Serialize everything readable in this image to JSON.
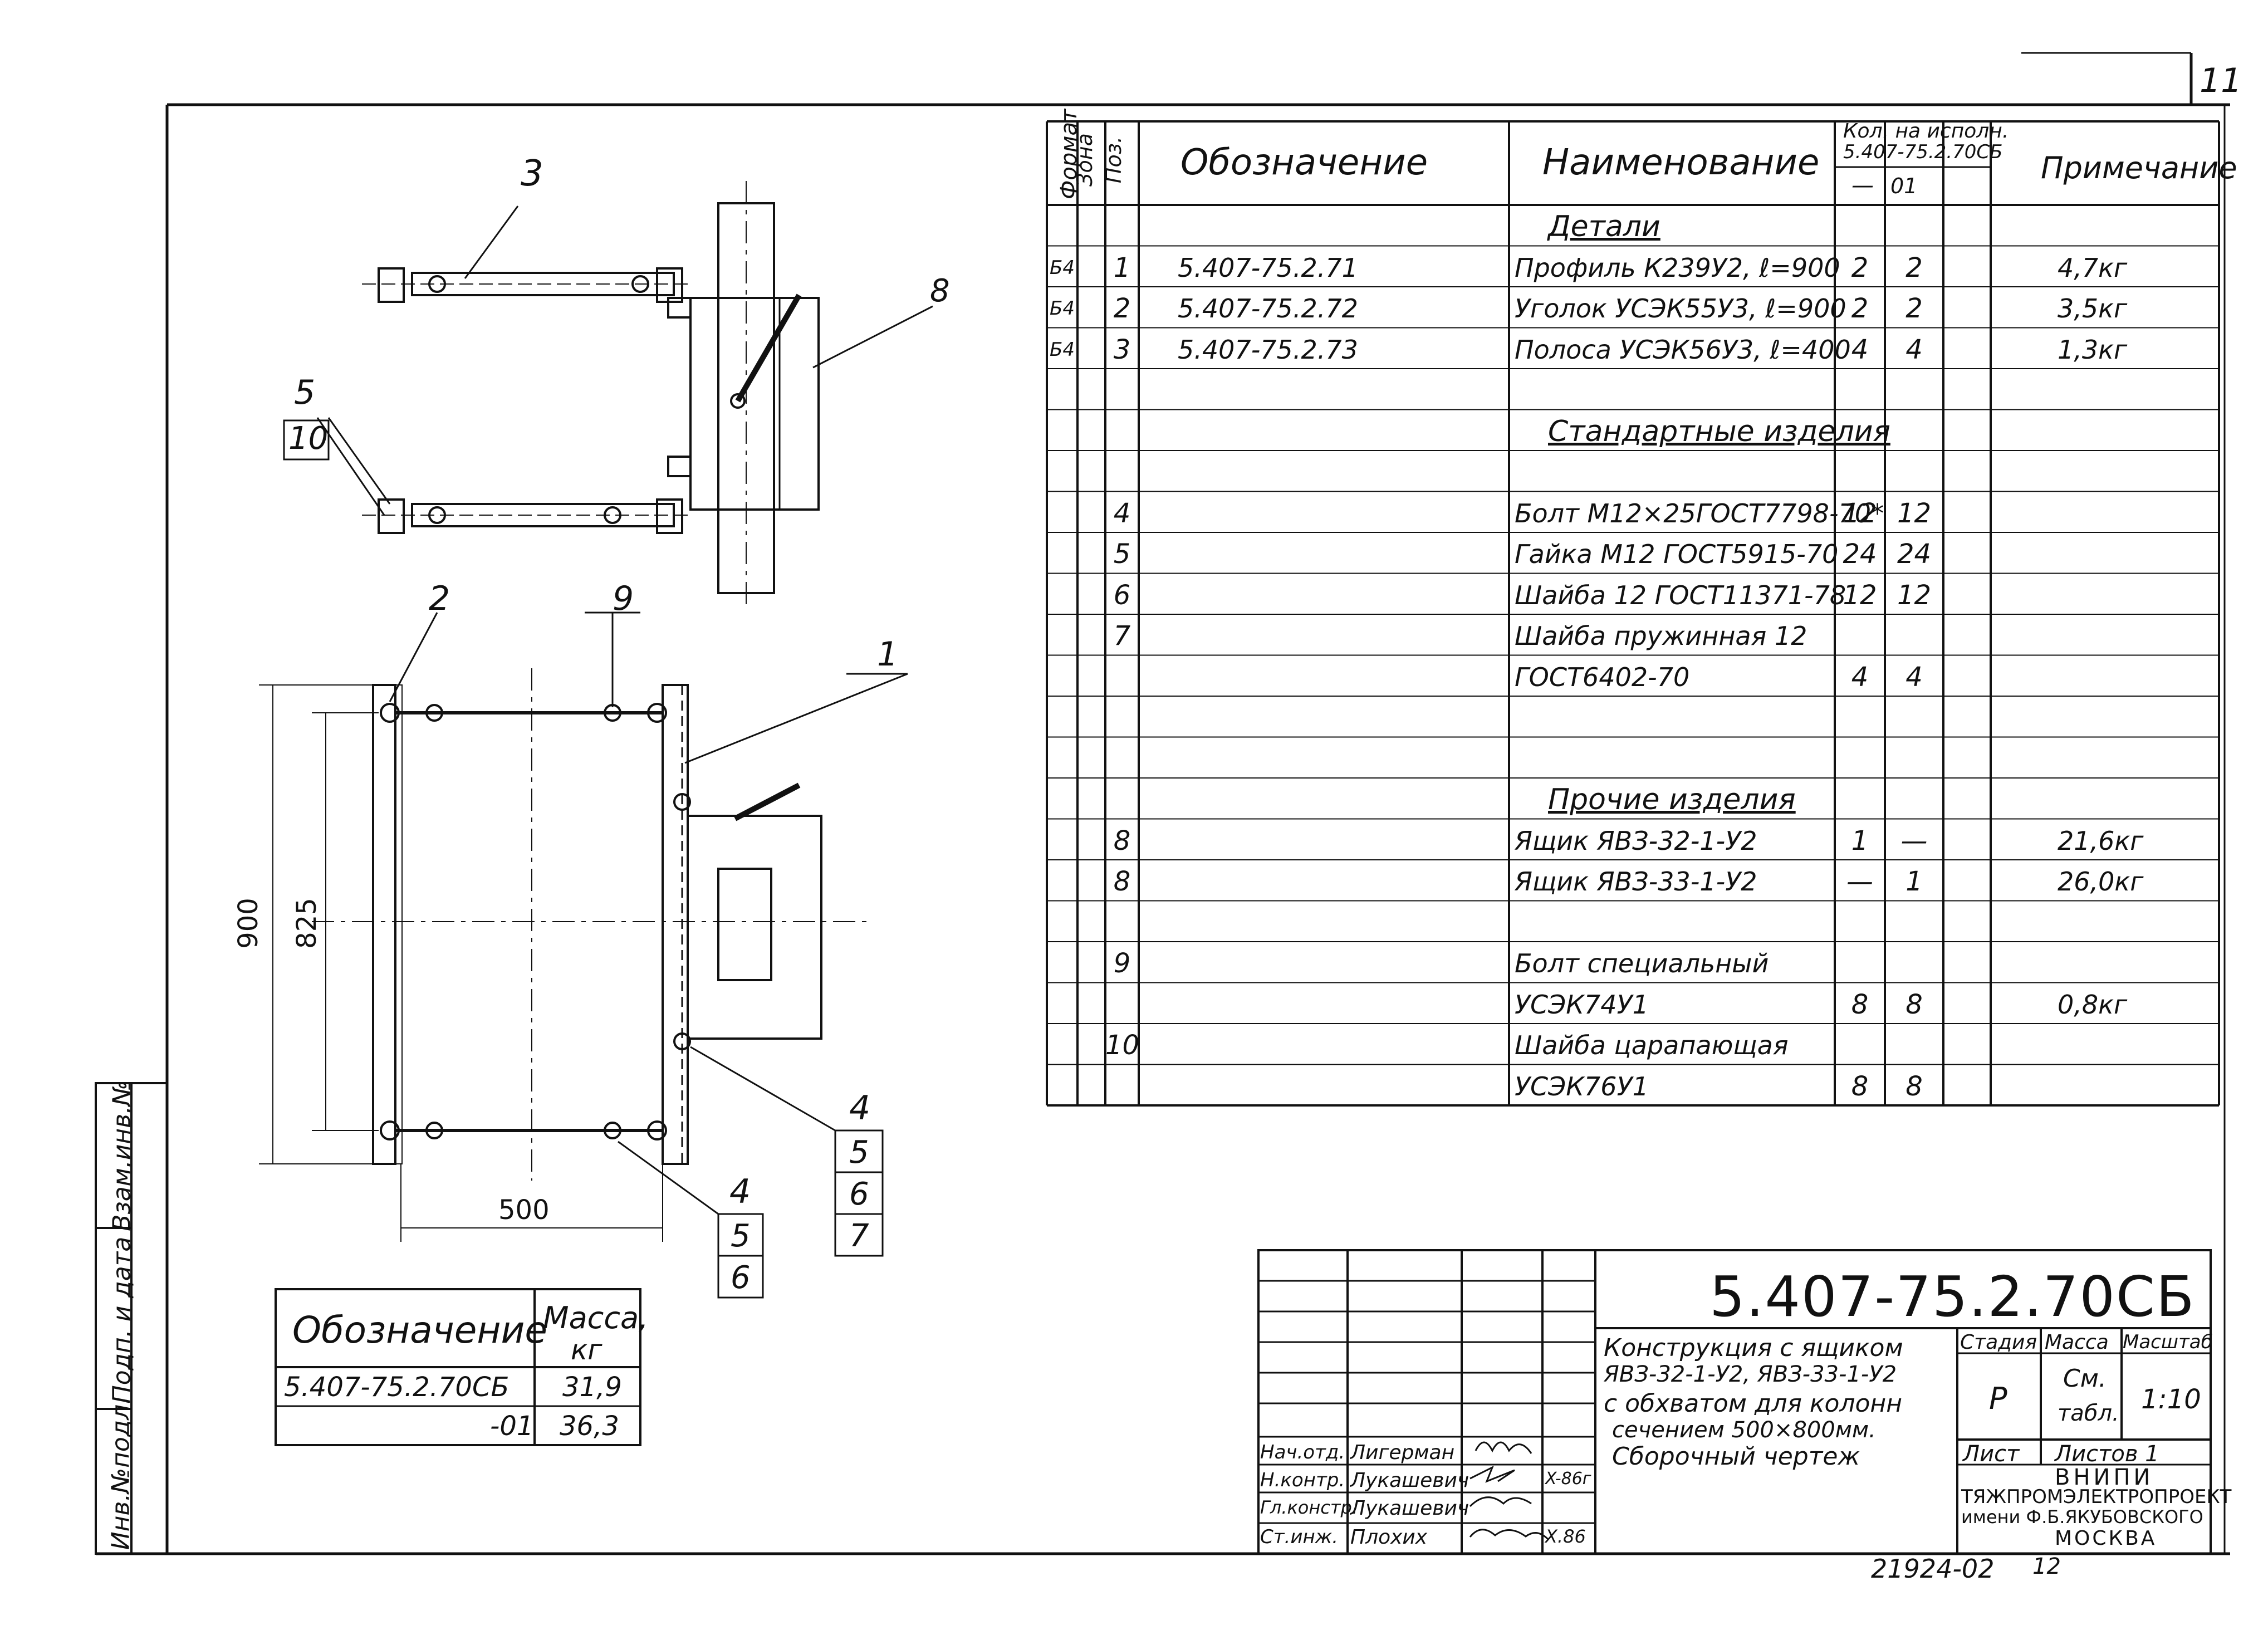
{
  "sheet": {
    "page_number": "11",
    "designation": "5.407-75.2.70СБ",
    "archive_number": "21924-02",
    "archive_suffix": "12"
  },
  "side_stamp": {
    "col1": "Инв.№подл.",
    "col2": "Подп. и дата",
    "col3": "Взам.инв.№"
  },
  "drawing": {
    "callouts": [
      "3",
      "8",
      "5",
      "10",
      "2",
      "9",
      "1",
      "4",
      "5",
      "6",
      "7",
      "4",
      "5",
      "6"
    ],
    "dimensions": {
      "height_outer": "900",
      "height_inner": "825",
      "width": "500"
    }
  },
  "mass_table": {
    "header_designation": "Обозначение",
    "header_mass": "Масса,",
    "header_mass_unit": "кг",
    "rows": [
      {
        "designation": "5.407-75.2.70СБ",
        "mass": "31,9"
      },
      {
        "designation": "-01",
        "mass": "36,3"
      }
    ]
  },
  "spec_table": {
    "headers": {
      "format": "Формат",
      "zone": "Зона",
      "pos": "Поз.",
      "designation": "Обозначение",
      "name": "Наименование",
      "qty": "Кол. на исполн.",
      "qty_doc": "5.407-75.2.70СБ",
      "qty_col1": "—",
      "qty_col2": "01",
      "note": "Примечание"
    },
    "rows": [
      {
        "format": "",
        "pos": "",
        "designation": "",
        "name": "Детали",
        "q1": "",
        "q2": "",
        "note": "",
        "section": true
      },
      {
        "format": "Б4",
        "pos": "1",
        "designation": "5.407-75.2.71",
        "name": "Профиль К239У2, ℓ=900",
        "q1": "2",
        "q2": "2",
        "note": "4,7кг"
      },
      {
        "format": "Б4",
        "pos": "2",
        "designation": "5.407-75.2.72",
        "name": "Уголок УСЭК55У3, ℓ=900",
        "q1": "2",
        "q2": "2",
        "note": "3,5кг"
      },
      {
        "format": "Б4",
        "pos": "3",
        "designation": "5.407-75.2.73",
        "name": "Полоса УСЭК56У3, ℓ=400",
        "q1": "4",
        "q2": "4",
        "note": "1,3кг"
      },
      {
        "format": "",
        "pos": "",
        "designation": "",
        "name": "",
        "q1": "",
        "q2": "",
        "note": ""
      },
      {
        "format": "",
        "pos": "",
        "designation": "",
        "name": "Стандартные изделия",
        "q1": "",
        "q2": "",
        "note": "",
        "section": true
      },
      {
        "format": "",
        "pos": "",
        "designation": "",
        "name": "",
        "q1": "",
        "q2": "",
        "note": ""
      },
      {
        "format": "",
        "pos": "4",
        "designation": "",
        "name": "Болт М12×25ГОСТ7798-70*",
        "q1": "12",
        "q2": "12",
        "note": ""
      },
      {
        "format": "",
        "pos": "5",
        "designation": "",
        "name": "Гайка М12 ГОСТ5915-70",
        "q1": "24",
        "q2": "24",
        "note": ""
      },
      {
        "format": "",
        "pos": "6",
        "designation": "",
        "name": "Шайба 12 ГОСТ11371-78",
        "q1": "12",
        "q2": "12",
        "note": ""
      },
      {
        "format": "",
        "pos": "7",
        "designation": "",
        "name": "Шайба пружинная 12",
        "q1": "",
        "q2": "",
        "note": ""
      },
      {
        "format": "",
        "pos": "",
        "designation": "",
        "name": "ГОСТ6402-70",
        "q1": "4",
        "q2": "4",
        "note": ""
      },
      {
        "format": "",
        "pos": "",
        "designation": "",
        "name": "",
        "q1": "",
        "q2": "",
        "note": ""
      },
      {
        "format": "",
        "pos": "",
        "designation": "",
        "name": "",
        "q1": "",
        "q2": "",
        "note": ""
      },
      {
        "format": "",
        "pos": "",
        "designation": "",
        "name": "Прочие изделия",
        "q1": "",
        "q2": "",
        "note": "",
        "section": true
      },
      {
        "format": "",
        "pos": "8",
        "designation": "",
        "name": "Ящик ЯВЗ-32-1-У2",
        "q1": "1",
        "q2": "—",
        "note": "21,6кг"
      },
      {
        "format": "",
        "pos": "8",
        "designation": "",
        "name": "Ящик ЯВЗ-33-1-У2",
        "q1": "—",
        "q2": "1",
        "note": "26,0кг"
      },
      {
        "format": "",
        "pos": "",
        "designation": "",
        "name": "",
        "q1": "",
        "q2": "",
        "note": ""
      },
      {
        "format": "",
        "pos": "9",
        "designation": "",
        "name": "Болт специальный",
        "q1": "",
        "q2": "",
        "note": ""
      },
      {
        "format": "",
        "pos": "",
        "designation": "",
        "name": "УСЭК74У1",
        "q1": "8",
        "q2": "8",
        "note": "0,8кг"
      },
      {
        "format": "",
        "pos": "10",
        "designation": "",
        "name": "Шайба царапающая",
        "q1": "",
        "q2": "",
        "note": ""
      },
      {
        "format": "",
        "pos": "",
        "designation": "",
        "name": "УСЭК76У1",
        "q1": "8",
        "q2": "8",
        "note": ""
      }
    ]
  },
  "title_block": {
    "designation": "5.407-75.2.70СБ",
    "description": [
      "Конструкция с ящиком",
      "ЯВЗ-32-1-У2, ЯВЗ-33-1-У2",
      "с обхватом для колонн",
      "сечением 500×800мм.",
      "Сборочный чертеж"
    ],
    "stage_label": "Стадия",
    "stage": "Р",
    "mass_label": "Масса",
    "mass_value_1": "См.",
    "mass_value_2": "табл.",
    "scale_label": "Масштаб",
    "scale": "1:10",
    "sheet_label": "Лист",
    "sheets_label": "Листов 1",
    "org": [
      "ВНИПИ",
      "ТЯЖПРОМЭЛЕКТРОПРОЕКТ",
      "имени Ф.Б.ЯКУБОВСКОГО",
      "МОСКВА"
    ],
    "signatures": [
      {
        "role": "Нач.отд.",
        "name": "Лигерман",
        "date": ""
      },
      {
        "role": "Н.контр.",
        "name": "Лукашевич",
        "date": "X-86г"
      },
      {
        "role": "Гл.констр.",
        "name": "Лукашевич",
        "date": ""
      },
      {
        "role": "Ст.инж.",
        "name": "Плохих",
        "date": "X.86"
      }
    ]
  }
}
